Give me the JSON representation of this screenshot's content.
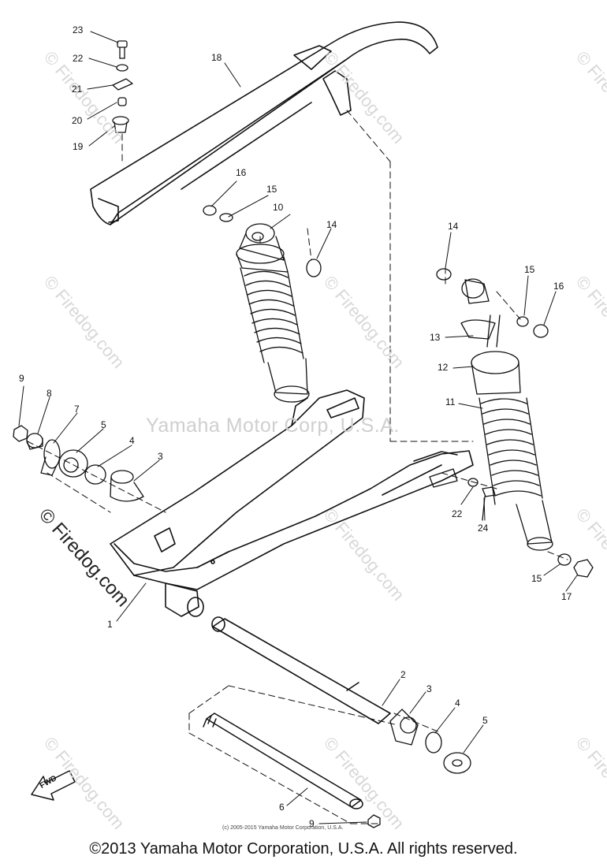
{
  "diagram": {
    "callouts": [
      {
        "id": "c23a",
        "label": "23"
      },
      {
        "id": "c22a",
        "label": "22"
      },
      {
        "id": "c21",
        "label": "21"
      },
      {
        "id": "c20",
        "label": "20"
      },
      {
        "id": "c19",
        "label": "19"
      },
      {
        "id": "c18",
        "label": "18"
      },
      {
        "id": "c16a",
        "label": "16"
      },
      {
        "id": "c15a",
        "label": "15"
      },
      {
        "id": "c10",
        "label": "10"
      },
      {
        "id": "c14a",
        "label": "14"
      },
      {
        "id": "c14b",
        "label": "14"
      },
      {
        "id": "c15b",
        "label": "15"
      },
      {
        "id": "c16b",
        "label": "16"
      },
      {
        "id": "c13",
        "label": "13"
      },
      {
        "id": "c12",
        "label": "12"
      },
      {
        "id": "c11",
        "label": "11"
      },
      {
        "id": "c9a",
        "label": "9"
      },
      {
        "id": "c8",
        "label": "8"
      },
      {
        "id": "c7",
        "label": "7"
      },
      {
        "id": "c5a",
        "label": "5"
      },
      {
        "id": "c4a",
        "label": "4"
      },
      {
        "id": "c3a",
        "label": "3"
      },
      {
        "id": "c22b",
        "label": "22"
      },
      {
        "id": "c24",
        "label": "24"
      },
      {
        "id": "c15c",
        "label": "15"
      },
      {
        "id": "c17",
        "label": "17"
      },
      {
        "id": "c1",
        "label": "1"
      },
      {
        "id": "c2",
        "label": "2"
      },
      {
        "id": "c3b",
        "label": "3"
      },
      {
        "id": "c4b",
        "label": "4"
      },
      {
        "id": "c5b",
        "label": "5"
      },
      {
        "id": "c6",
        "label": "6"
      },
      {
        "id": "c9b",
        "label": "9"
      }
    ],
    "fwd_label": "FWD"
  },
  "watermarks": {
    "center": "Yamaha Motor Corp, U.S.A.",
    "diagonal": "© Firedog.com",
    "tile": "© Firedog.com"
  },
  "copyright_small": "(c) 2005-2015 Yamaha Motor Corporation, U.S.A.",
  "footer": "©2013 Yamaha Motor Corporation, U.S.A. All rights reserved."
}
